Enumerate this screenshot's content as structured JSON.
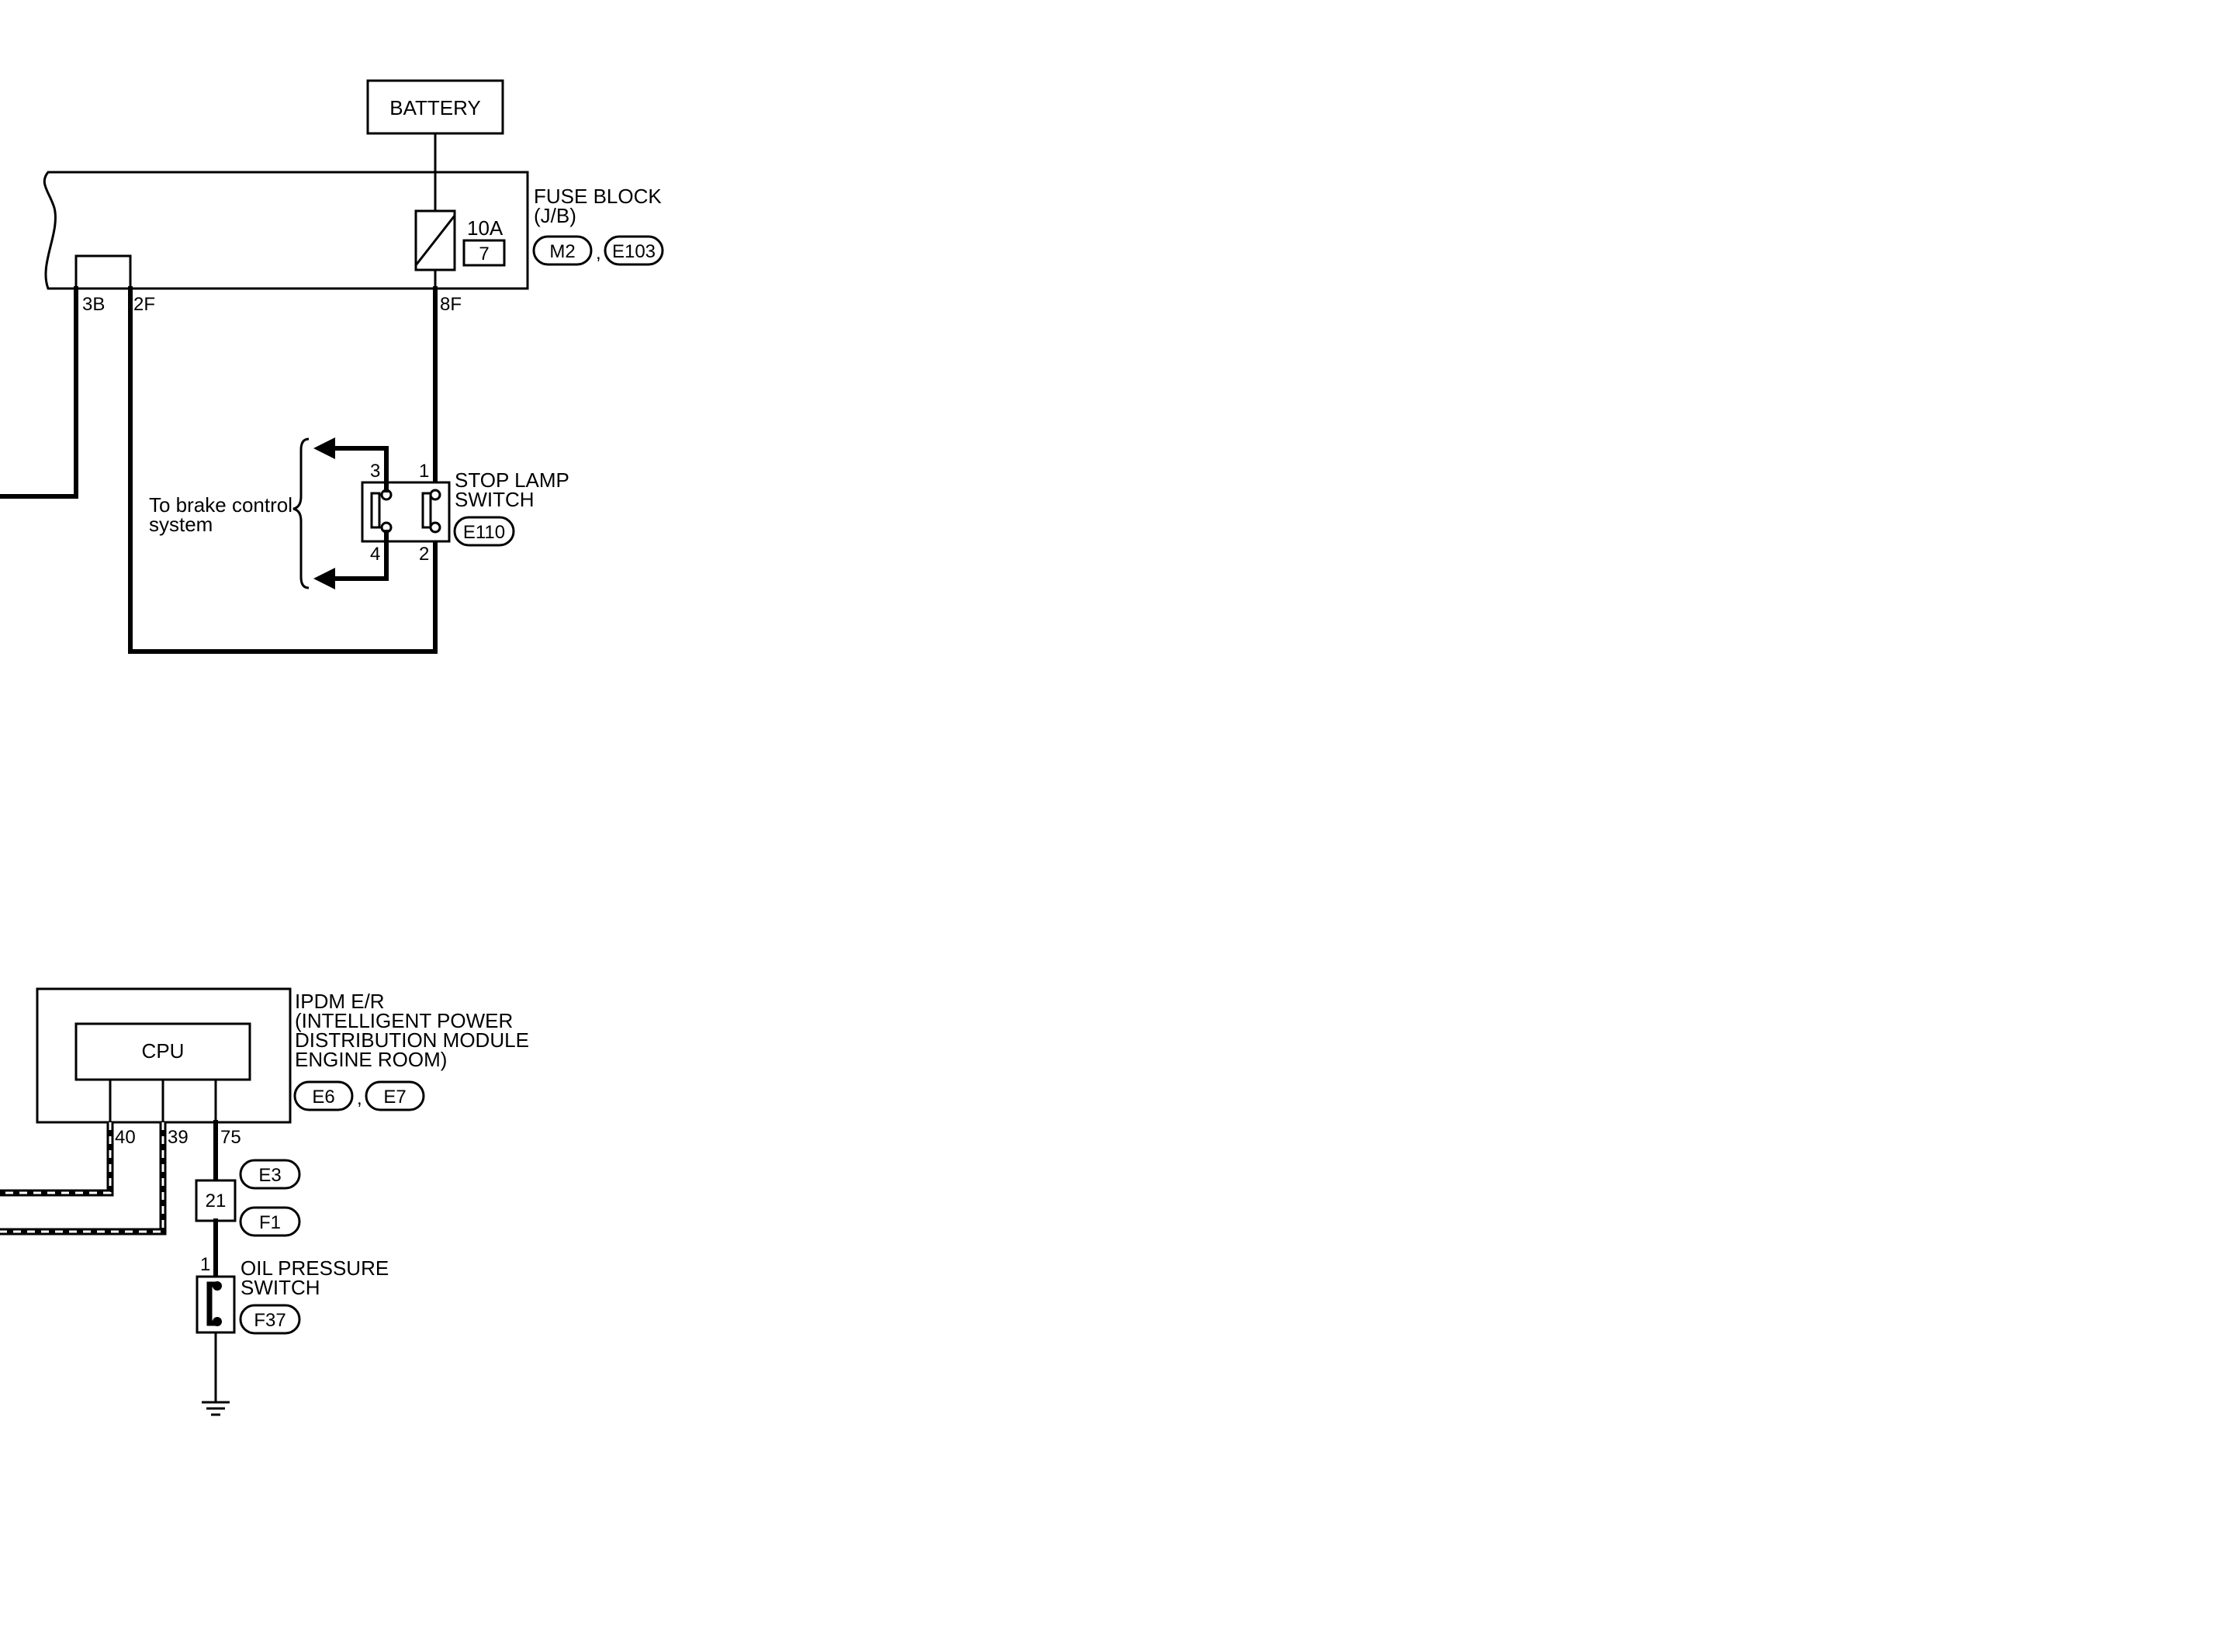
{
  "battery": {
    "label": "BATTERY"
  },
  "fuse_block": {
    "name_line1": "FUSE BLOCK",
    "name_line2": "(J/B)",
    "fuse_rating": "10A",
    "fuse_number": "7",
    "connectors": [
      "M2",
      "E103"
    ],
    "separator": ",",
    "pins": {
      "left_3b": "3B",
      "left_2f": "2F",
      "right_8f": "8F"
    }
  },
  "stop_lamp_switch": {
    "name_line1": "STOP LAMP",
    "name_line2": "SWITCH",
    "connector": "E110",
    "pins": {
      "p1": "1",
      "p2": "2",
      "p3": "3",
      "p4": "4"
    },
    "note_line1": "To brake control",
    "note_line2": "system"
  },
  "ipdm": {
    "name_line1": "IPDM E/R",
    "name_line2": "(INTELLIGENT POWER",
    "name_line3": "DISTRIBUTION MODULE",
    "name_line4": "ENGINE ROOM)",
    "cpu_label": "CPU",
    "connectors": [
      "E6",
      "E7"
    ],
    "separator": ",",
    "pins": {
      "p40": "40",
      "p39": "39",
      "p75": "75"
    }
  },
  "junction": {
    "pin": "21",
    "connector_top": "E3",
    "connector_bottom": "F1"
  },
  "oil_pressure_switch": {
    "name_line1": "OIL PRESSURE",
    "name_line2": "SWITCH",
    "pin": "1",
    "connector": "F37"
  }
}
